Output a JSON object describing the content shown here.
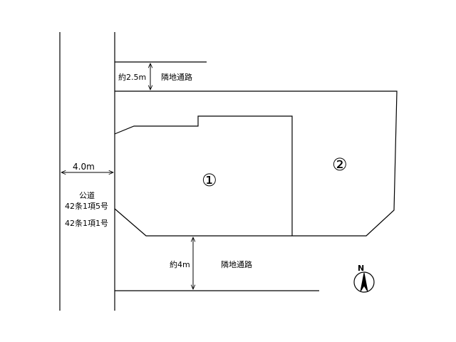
{
  "labels": {
    "public_road_width": "4.0m",
    "public_road_name": "公道",
    "public_road_article_1": "42条1項5号",
    "public_road_article_2": "42条1項1号",
    "north_passage_width": "約2.5m",
    "north_passage_name": "隣地通路",
    "south_passage_width": "約4m",
    "south_passage_name": "隣地通路",
    "lot_1": "①",
    "lot_2": "②",
    "north_mark": "N"
  },
  "colors": {
    "line": "#000000",
    "background": "#ffffff"
  },
  "icons": {
    "north": "north-arrow-icon"
  }
}
